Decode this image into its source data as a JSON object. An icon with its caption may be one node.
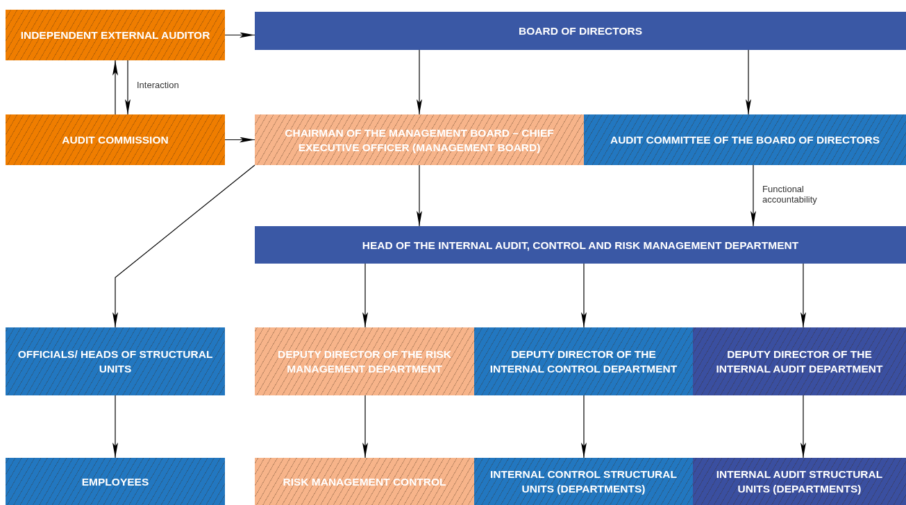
{
  "diagram": {
    "nodes": [
      {
        "text": [
          "INDEPENDENT EXTERNAL AUDITOR"
        ]
      },
      {
        "text": [
          "BOARD OF DIRECTORS"
        ]
      },
      {
        "text": [
          "AUDIT COMMISSION"
        ]
      },
      {
        "text": [
          "CHAIRMAN OF THE MANAGEMENT BOARD – CHIEF EXECUTIVE OFFICER (MANAGEMENT BOARD)"
        ]
      },
      {
        "text": [
          "AUDIT COMMITTEE OF THE BOARD OF DIRECTORS"
        ]
      },
      {
        "text": [
          "HEAD OF THE INTERNAL AUDIT, CONTROL AND RISK MANAGEMENT DEPARTMENT"
        ]
      },
      {
        "text": [
          "OFFICIALS/ HEADS OF STRUCTURAL UNITS"
        ]
      },
      {
        "text": [
          "DEPUTY DIRECTOR OF THE RISK MANAGEMENT DEPARTMENT"
        ]
      },
      {
        "text": [
          "DEPUTY DIRECTOR OF THE INTERNAL CONTROL DEPARTMENT"
        ]
      },
      {
        "text": [
          "DEPUTY DIRECTOR OF THE INTERNAL AUDIT DEPARTMENT"
        ]
      },
      {
        "text": [
          "EMPLOYEES"
        ]
      },
      {
        "text": [
          "RISK MANAGEMENT CONTROL"
        ]
      },
      {
        "text": [
          "INTERNAL CONTROL STRUCTURAL UNITS (DEPARTMENTS)"
        ]
      },
      {
        "text": [
          "INTERNAL AUDIT STRUCTURAL UNITS (DEPARTMENTS)"
        ]
      }
    ],
    "edges": [
      {
        "from": 0,
        "to": 1,
        "arrow": "to"
      },
      {
        "from": 2,
        "to": 0,
        "arrow": "to"
      },
      {
        "from": 0,
        "to": 2,
        "arrow": "to",
        "label": "Interaction"
      },
      {
        "from": 2,
        "to": 3,
        "arrow": "to"
      },
      {
        "from": 1,
        "to": 3,
        "arrow": "to"
      },
      {
        "from": 1,
        "to": 4,
        "arrow": "to"
      },
      {
        "from": 3,
        "to": 5,
        "arrow": "to"
      },
      {
        "from": 4,
        "to": 5,
        "arrow": "to",
        "label": "Functional accountability"
      },
      {
        "from": 3,
        "to": 6,
        "arrow": "to"
      },
      {
        "from": 5,
        "to": 7,
        "arrow": "to"
      },
      {
        "from": 5,
        "to": 8,
        "arrow": "to"
      },
      {
        "from": 5,
        "to": 9,
        "arrow": "to"
      },
      {
        "from": 6,
        "to": 10,
        "arrow": "to"
      },
      {
        "from": 7,
        "to": 11,
        "arrow": "to"
      },
      {
        "from": 8,
        "to": 12,
        "arrow": "to"
      },
      {
        "from": 9,
        "to": 13,
        "arrow": "to"
      }
    ]
  }
}
